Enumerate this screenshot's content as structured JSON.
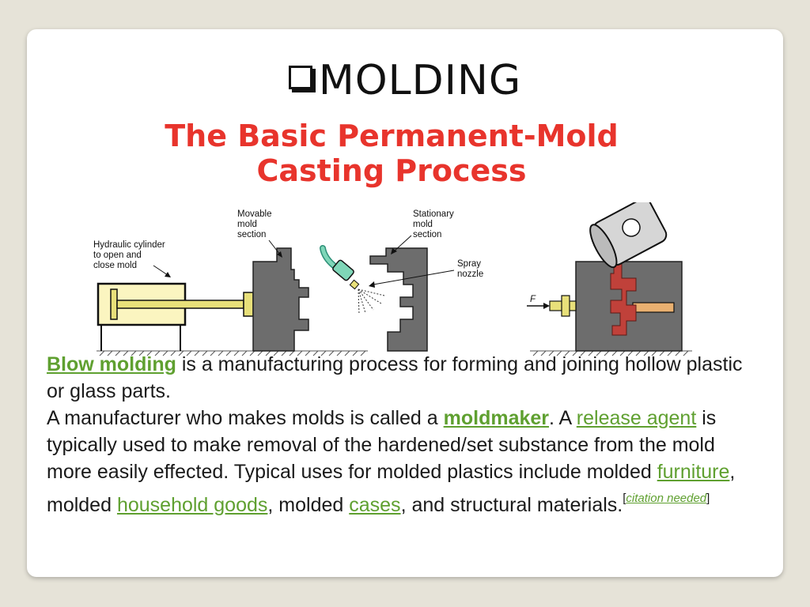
{
  "title": "MOLDING",
  "figure": {
    "title_line1": "The Basic Permanent-Mold",
    "title_line2": "Casting Process",
    "labels": {
      "movable": [
        "Movable",
        "mold",
        "section"
      ],
      "stationary": [
        "Stationary",
        "mold",
        "section"
      ],
      "hydraulic": [
        "Hydraulic cylinder",
        "to open and",
        "close mold"
      ],
      "spray": [
        "Spray",
        "nozzle"
      ],
      "force": "F"
    },
    "colors": {
      "mold": "#6d6d6d",
      "cylinder_fill": "#fbf5c0",
      "piston": "#e8e07a",
      "molten_metal": "#c0413a",
      "nozzle": "#7fd6b8"
    }
  },
  "body": {
    "p1": {
      "link1": "Blow molding",
      "text1": " is a manufacturing process for forming and joining hollow plastic or glass parts."
    },
    "p2": {
      "text1": "A manufacturer who makes molds is called a ",
      "link1": "moldmaker",
      "text2": ". A ",
      "link2": "release agent",
      "text3": " is typically used to make removal of the hardened/set substance from the mold more easily effected. Typical uses for molded plastics include molded ",
      "link3": "furniture",
      "text4": ", molded ",
      "link4": "household goods",
      "text5": ", molded ",
      "link5": "cases",
      "text6": ", and structural materials.",
      "sup_open": "[",
      "sup_link": "citation needed",
      "sup_close": "]"
    }
  }
}
